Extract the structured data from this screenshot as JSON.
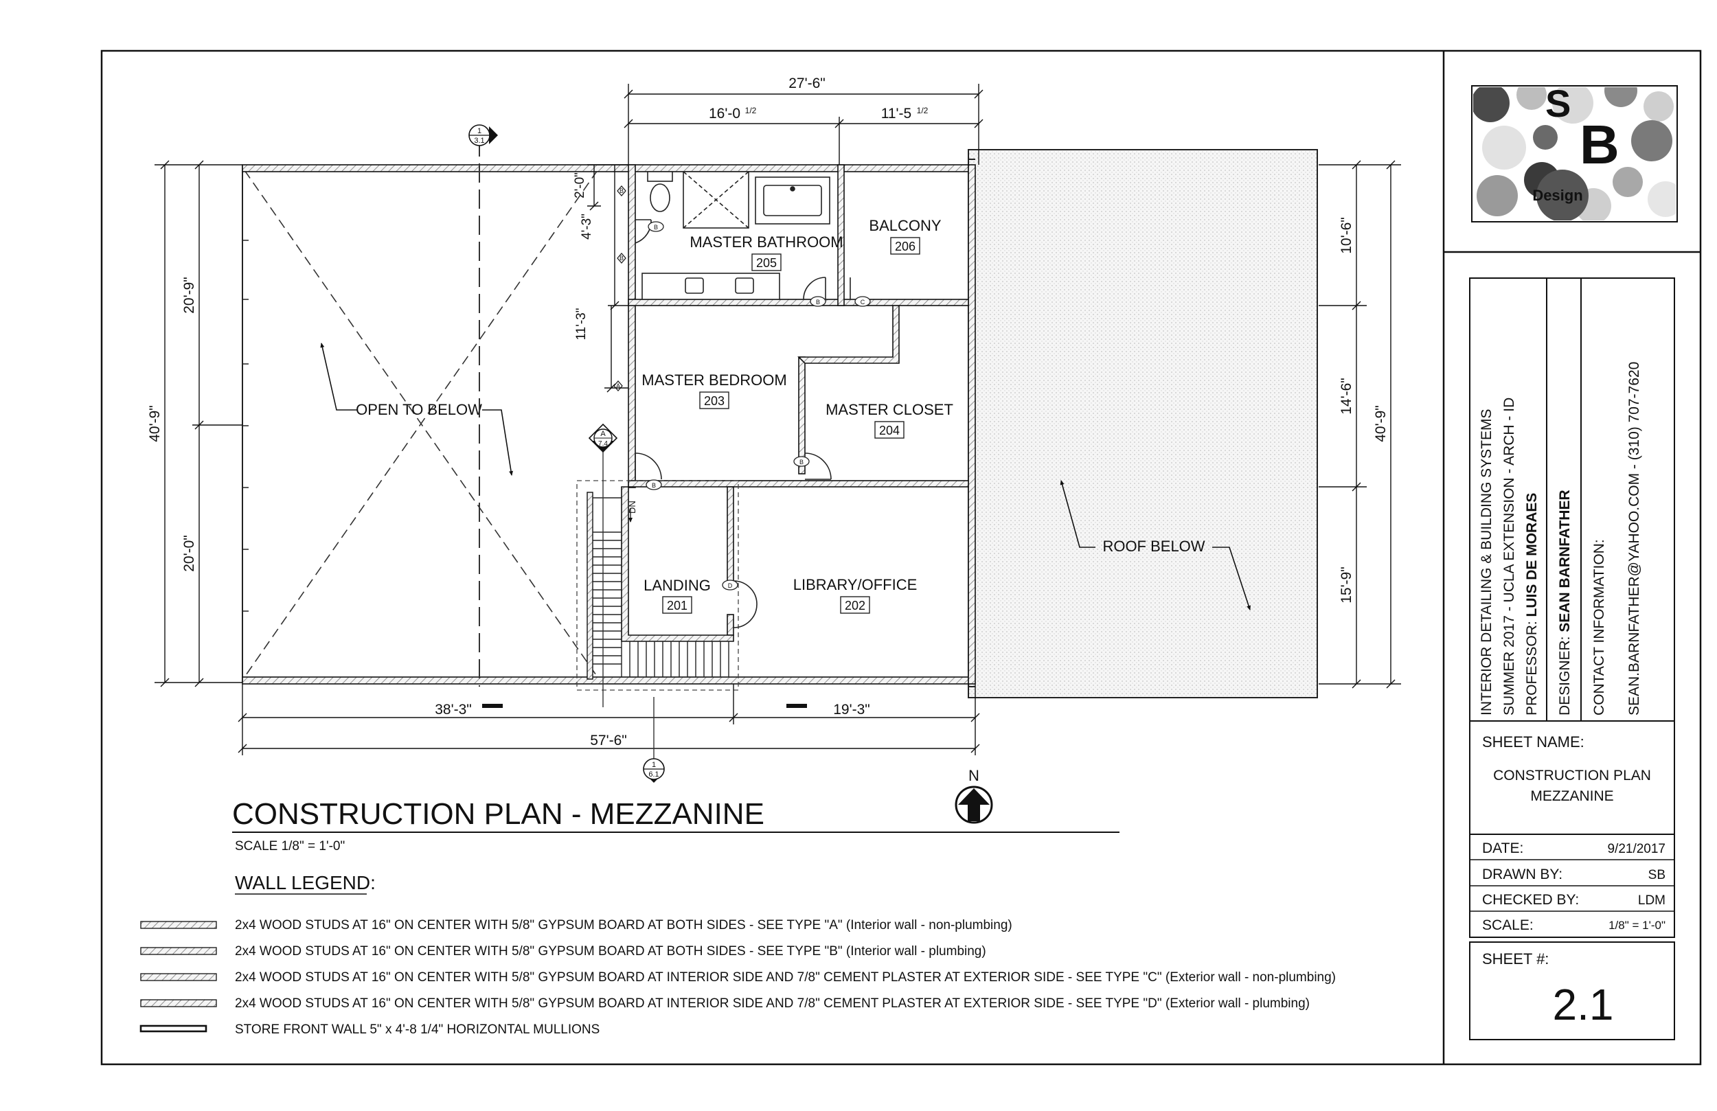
{
  "plan": {
    "title": "CONSTRUCTION PLAN - MEZZANINE",
    "scale": "SCALE 1/8\" = 1'-0\"",
    "north": "N",
    "open_to_below": "OPEN TO BELOW",
    "roof_below": "ROOF BELOW",
    "dn": "DN",
    "rooms": [
      {
        "name": "MASTER BATHROOM",
        "number": "205"
      },
      {
        "name": "BALCONY",
        "number": "206"
      },
      {
        "name": "MASTER BEDROOM",
        "number": "203"
      },
      {
        "name": "MASTER CLOSET",
        "number": "204"
      },
      {
        "name": "LANDING",
        "number": "201"
      },
      {
        "name": "LIBRARY/OFFICE",
        "number": "202"
      }
    ],
    "dimensions": {
      "top_total": "27'-6\"",
      "top_left": "16'-0",
      "top_left_frac": "1/2",
      "top_right": "11'-5",
      "top_right_frac": "1/2",
      "left_upper": "20'-9\"",
      "left_total": "40'-9\"",
      "left_lower": "20'-0\"",
      "inner_a": "2'-0\"",
      "inner_b": "4'-3\"",
      "inner_c": "11'-3\"",
      "right_a": "10'-6\"",
      "right_b": "14'-6\"",
      "right_c": "15'-9\"",
      "right_total": "40'-9\"",
      "bottom_left": "38'-3\"",
      "bottom_right": "19'-3\"",
      "bottom_total": "57'-6\""
    },
    "section_marks": [
      {
        "top": "1",
        "bottom": "3.1"
      },
      {
        "top": "A",
        "bottom": "7.4"
      },
      {
        "top": "1",
        "bottom": "6.1"
      }
    ],
    "door_tags": [
      "B",
      "B",
      "C",
      "B",
      "B",
      "D"
    ],
    "wall_tags": [
      "B",
      "B",
      "A"
    ]
  },
  "legend": {
    "title": "WALL LEGEND:",
    "items": [
      "2x4 WOOD STUDS AT 16\" ON CENTER WITH 5/8\" GYPSUM BOARD AT BOTH SIDES - SEE TYPE \"A\" (Interior wall - non-plumbing)",
      "2x4 WOOD STUDS AT 16\" ON CENTER WITH 5/8\" GYPSUM BOARD AT BOTH SIDES - SEE TYPE \"B\" (Interior wall - plumbing)",
      "2x4 WOOD STUDS AT 16\" ON CENTER WITH 5/8\" GYPSUM BOARD AT INTERIOR SIDE AND 7/8\" CEMENT PLASTER AT EXTERIOR SIDE - SEE TYPE \"C\" (Exterior wall - non-plumbing)",
      "2x4 WOOD STUDS AT 16\" ON CENTER WITH 5/8\" GYPSUM BOARD AT INTERIOR SIDE AND 7/8\" CEMENT PLASTER AT EXTERIOR SIDE - SEE TYPE \"D\" (Exterior wall - plumbing)",
      "STORE FRONT WALL 5\" x 4'-8 1/4\" HORIZONTAL MULLIONS"
    ]
  },
  "title_block": {
    "logo": {
      "letter1": "S",
      "letter2": "B",
      "word": "Design"
    },
    "course_line1": "INTERIOR DETAILING & BUILDING SYSTEMS",
    "course_line2": "SUMMER 2017 - UCLA EXTENSION - ARCH - ID",
    "professor_label": "PROFESSOR: ",
    "professor_name": "LUIS DE MORAES",
    "designer_label": "DESIGNER: ",
    "designer_name": "SEAN BARNFATHER",
    "contact_label": "CONTACT INFORMATION:",
    "contact_value": "SEAN.BARNFATHER@YAHOO.COM   -   (310) 707-7620",
    "sheet_name_label": "SHEET NAME:",
    "sheet_name_line1": "CONSTRUCTION PLAN",
    "sheet_name_line2": "MEZZANINE",
    "rows": [
      {
        "label": "DATE:",
        "value": "9/21/2017"
      },
      {
        "label": "DRAWN BY:",
        "value": "SB"
      },
      {
        "label": "CHECKED BY:",
        "value": "LDM"
      },
      {
        "label": "SCALE:",
        "value": "1/8\" = 1'-0\""
      }
    ],
    "sheet_num_label": "SHEET #:",
    "sheet_num": "2.1"
  }
}
